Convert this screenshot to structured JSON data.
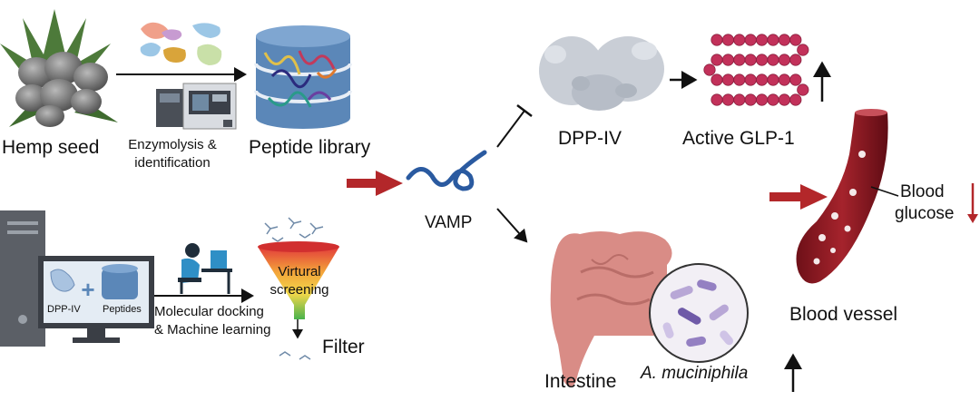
{
  "labels": {
    "hemp_seed": "Hemp seed",
    "enzymolysis_line1": "Enzymolysis &",
    "enzymolysis_line2": "identification",
    "peptide_library": "Peptide library",
    "dpp_iv_monitor": "DPP-IV",
    "peptides_monitor": "Peptides",
    "virtual_line1": "Virtural",
    "virtual_line2": "screening",
    "docking_line1": "Molecular docking",
    "docking_line2": "& Machine learning",
    "filter": "Filter",
    "vamp": "VAMP",
    "dpp_iv": "DPP-IV",
    "active_glp1": "Active GLP-1",
    "intestine": "Intestine",
    "a_muciniphila": "A. muciniphila",
    "blood_line1": "Blood",
    "blood_line2": "glucose",
    "blood_vessel": "Blood vessel"
  },
  "icons": {
    "hemp_seed": "hemp-seed-icon",
    "enzymes": "enzyme-icon",
    "instrument": "mass-spectrometer-icon",
    "database": "database-icon",
    "computer": "computer-icon",
    "researcher": "researcher-icon",
    "funnel": "funnel-icon",
    "vamp": "peptide-icon",
    "protein": "protein-structure-icon",
    "glp1": "glp1-chain-icon",
    "intestine": "intestine-icon",
    "bacteria": "bacteria-icon",
    "vessel": "blood-vessel-icon"
  },
  "colors": {
    "red_arrow": "#b3272a",
    "glp1_bead": "#c2315a",
    "vessel": "#8e1b22",
    "database": "#5b87b8",
    "peptide": "#2a5aa0",
    "intestine": "#d98c86"
  }
}
